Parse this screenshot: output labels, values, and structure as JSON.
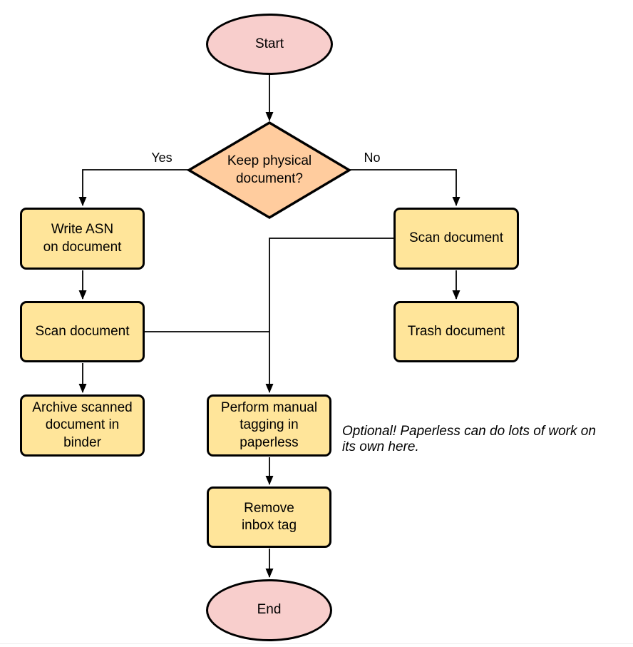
{
  "diagram": {
    "type": "flowchart",
    "colors": {
      "terminal_fill": "#f8cecc",
      "process_fill": "#ffe59a",
      "decision_fill": "#ffcc9e",
      "stroke": "#000000",
      "bottom_divider": "#ececec"
    },
    "nodes": {
      "start": {
        "label": "Start",
        "shape": "ellipse"
      },
      "decision": {
        "label": "Keep physical\ndocument?",
        "shape": "diamond"
      },
      "write_asn": {
        "label": "Write ASN\non document",
        "shape": "rounded-rect"
      },
      "scan_left": {
        "label": "Scan document",
        "shape": "rounded-rect"
      },
      "archive": {
        "label": "Archive scanned\ndocument in\nbinder",
        "shape": "rounded-rect"
      },
      "scan_right": {
        "label": "Scan document",
        "shape": "rounded-rect"
      },
      "trash": {
        "label": "Trash document",
        "shape": "rounded-rect"
      },
      "tagging": {
        "label": "Perform manual\ntagging in\npaperless",
        "shape": "rounded-rect"
      },
      "remove_inbox": {
        "label": "Remove\ninbox tag",
        "shape": "rounded-rect"
      },
      "end": {
        "label": "End",
        "shape": "ellipse"
      }
    },
    "edges": {
      "yes_label": "Yes",
      "no_label": "No"
    },
    "note": {
      "text": "Optional! Paperless can do lots of work on\nits own here."
    }
  }
}
